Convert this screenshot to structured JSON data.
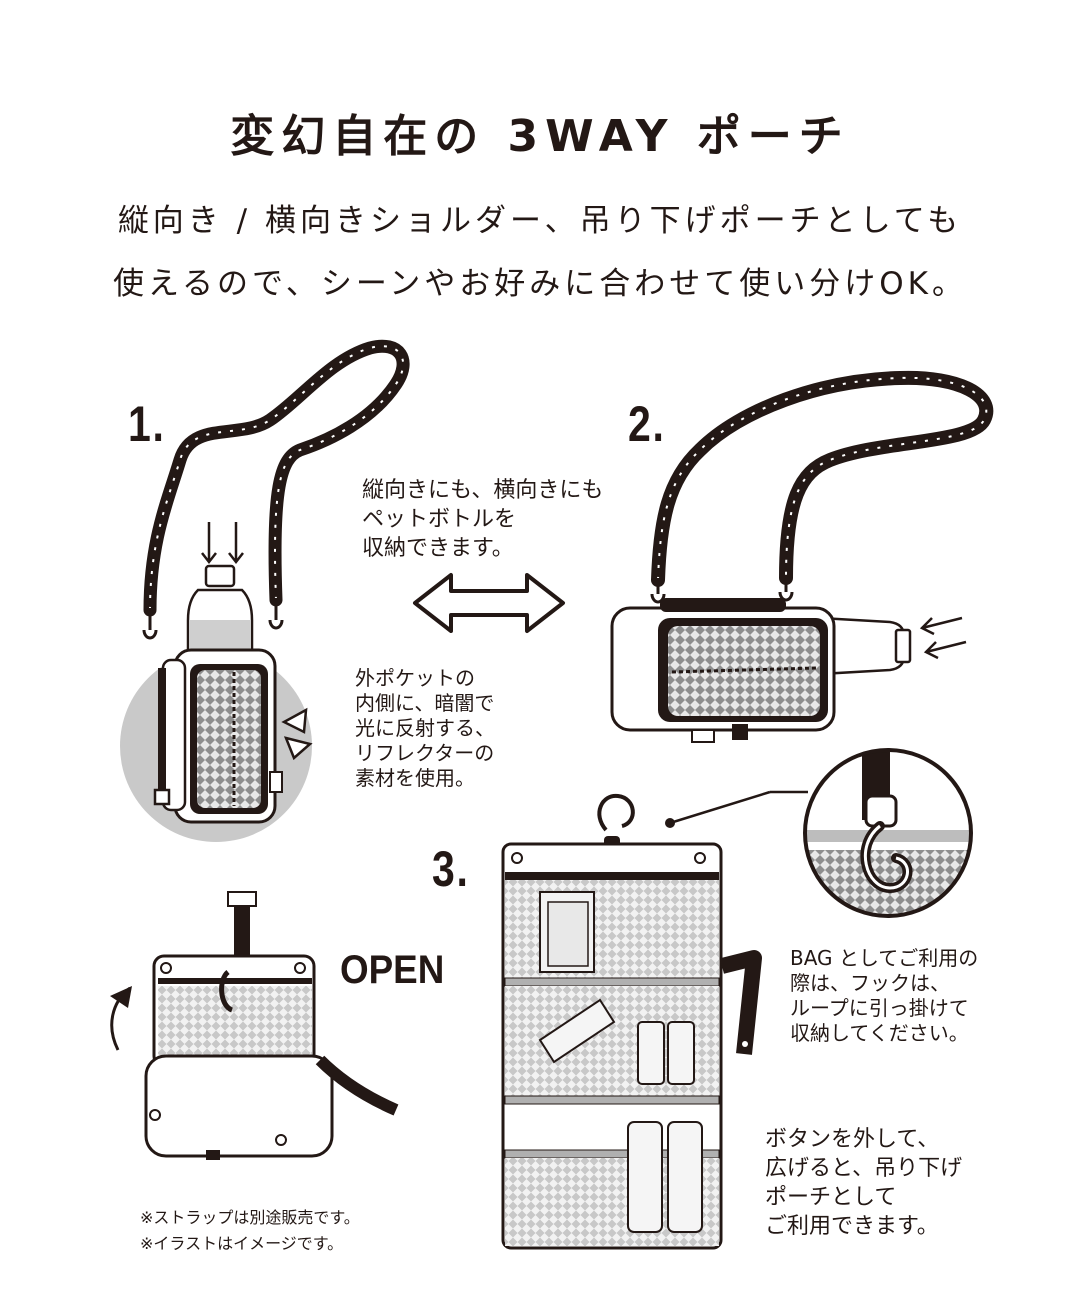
{
  "heading": {
    "title": "変幻自在の 3WAY ポーチ",
    "lead_line1": "縦向き / 横向きショルダー、吊り下げポーチとしても",
    "lead_line2": "使えるので、シーンやお好みに合わせて使い分けOK。"
  },
  "steps": {
    "step1": "1.",
    "step2": "2.",
    "step3": "3."
  },
  "notes": {
    "bottle": "縦向きにも、横向きにも\nペットボトルを\n収納できます。",
    "reflector": "外ポケットの\n内側に、暗闇で\n光に反射する、\nリフレクターの\n素材を使用。",
    "hook": "BAG としてご利用の\n際は、フックは、\nループに引っ掛けて\n収納してください。",
    "button": "ボタンを外して、\n広げると、吊り下げ\nポーチとして\nご利用できます。",
    "open_label": "OPEN",
    "disclaimer": "※ストラップは別途販売です。\n※イラストはイメージです。"
  },
  "colors": {
    "ink": "#231815",
    "grey_circle": "#c9c9c9",
    "mesh": "#b5b5b5",
    "panel": "#e0e0e0"
  }
}
